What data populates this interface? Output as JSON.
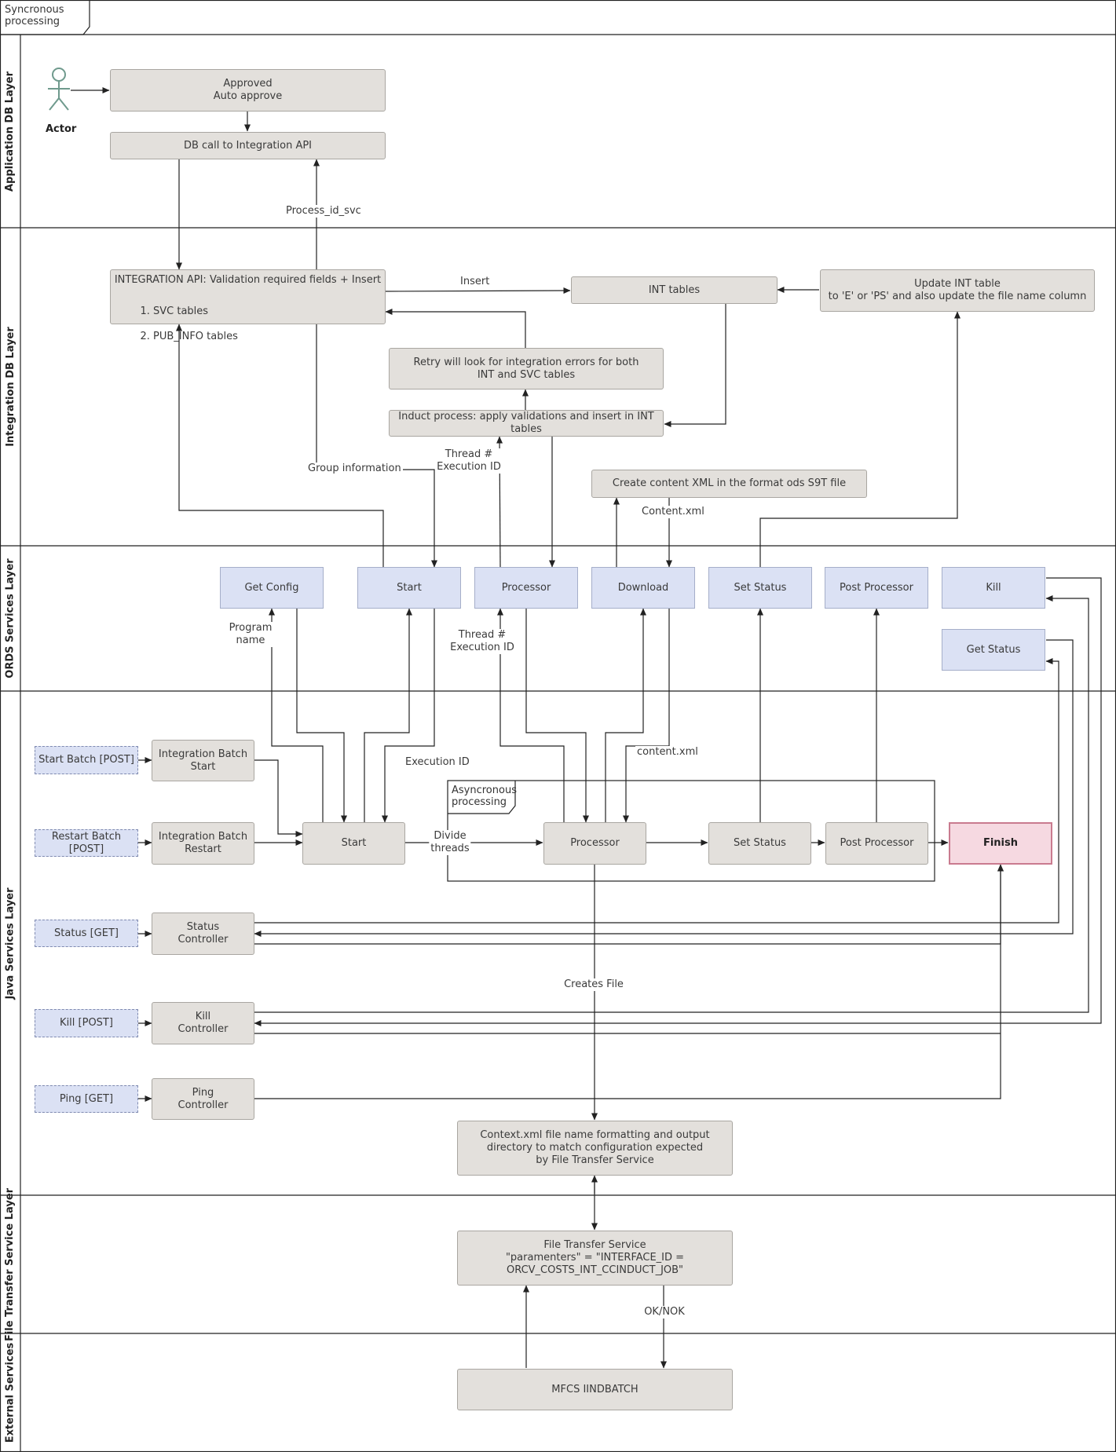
{
  "title_tag": "Syncronous\nprocessing",
  "lanes": [
    "Application DB Layer",
    "Integration DB Layer",
    "ORDS Services Layer",
    "Java Services Layer",
    "File Transfer Service Layer",
    "External Services"
  ],
  "actor": "Actor",
  "app_db": {
    "approved": "Approved\nAuto approve",
    "db_call": "DB call to Integration API",
    "process_id_svc": "Process_id_svc"
  },
  "integration_db": {
    "int_api_title": "INTEGRATION API: Validation required fields + Insert",
    "int_api_items": [
      "SVC tables",
      "PUB_INFO tables"
    ],
    "insert_label": "Insert",
    "int_tables": "INT tables",
    "update_int": "Update INT table\nto 'E' or 'PS' and also update the file name column",
    "retry": "Retry will look for integration errors for both\nINT and SVC tables",
    "induct": "Induct process: apply validations and insert in INT tables",
    "group_info": "Group  information",
    "thread_exec": "Thread #\nExecution ID",
    "create_content": "Create content XML in the format ods S9T file",
    "content_xml": "Content.xml"
  },
  "ords": {
    "get_config": "Get Config",
    "start": "Start",
    "processor": "Processor",
    "download": "Download",
    "set_status": "Set Status",
    "post_processor": "Post Processor",
    "kill": "Kill",
    "get_status": "Get Status",
    "program_name": "Program\nname",
    "thread_exec": "Thread #\nExecution ID"
  },
  "java": {
    "start_batch": "Start Batch [POST]",
    "restart_batch": "Restart Batch [POST]",
    "status_get": "Status [GET]",
    "kill_post": "Kill [POST]",
    "ping_get": "Ping [GET]",
    "ib_start": "Integration Batch\nStart",
    "ib_restart": "Integration Batch\nRestart",
    "status_ctrl": "Status\nController",
    "kill_ctrl": "Kill\nController",
    "ping_ctrl": "Ping\nController",
    "start": "Start",
    "processor": "Processor",
    "set_status": "Set Status",
    "post_processor": "Post Processor",
    "finish": "Finish",
    "async_tag": "Asyncronous\nprocessing",
    "divide_threads": "Divide\nthreads",
    "execution_id": "Execution ID",
    "content_xml": "content.xml",
    "creates_file": "Creates File",
    "context_xml": "Context.xml file name formatting and output\ndirectory to match configuration expected\nby File Transfer Service"
  },
  "fts": {
    "service": "File Transfer Service\n\"paramenters\" = \"INTERFACE_ID =\nORCV_COSTS_INT_CCINDUCT_JOB\"",
    "ok_nok": "OK/NOK"
  },
  "external": {
    "mfcs": "MFCS IINDBATCH"
  },
  "colors": {
    "gray_box": "#e3e0dc",
    "blue_box": "#dbe1f4",
    "finish_fill": "#f6d9e1",
    "finish_border": "#c97b8f",
    "actor": "#6f9a8d"
  }
}
